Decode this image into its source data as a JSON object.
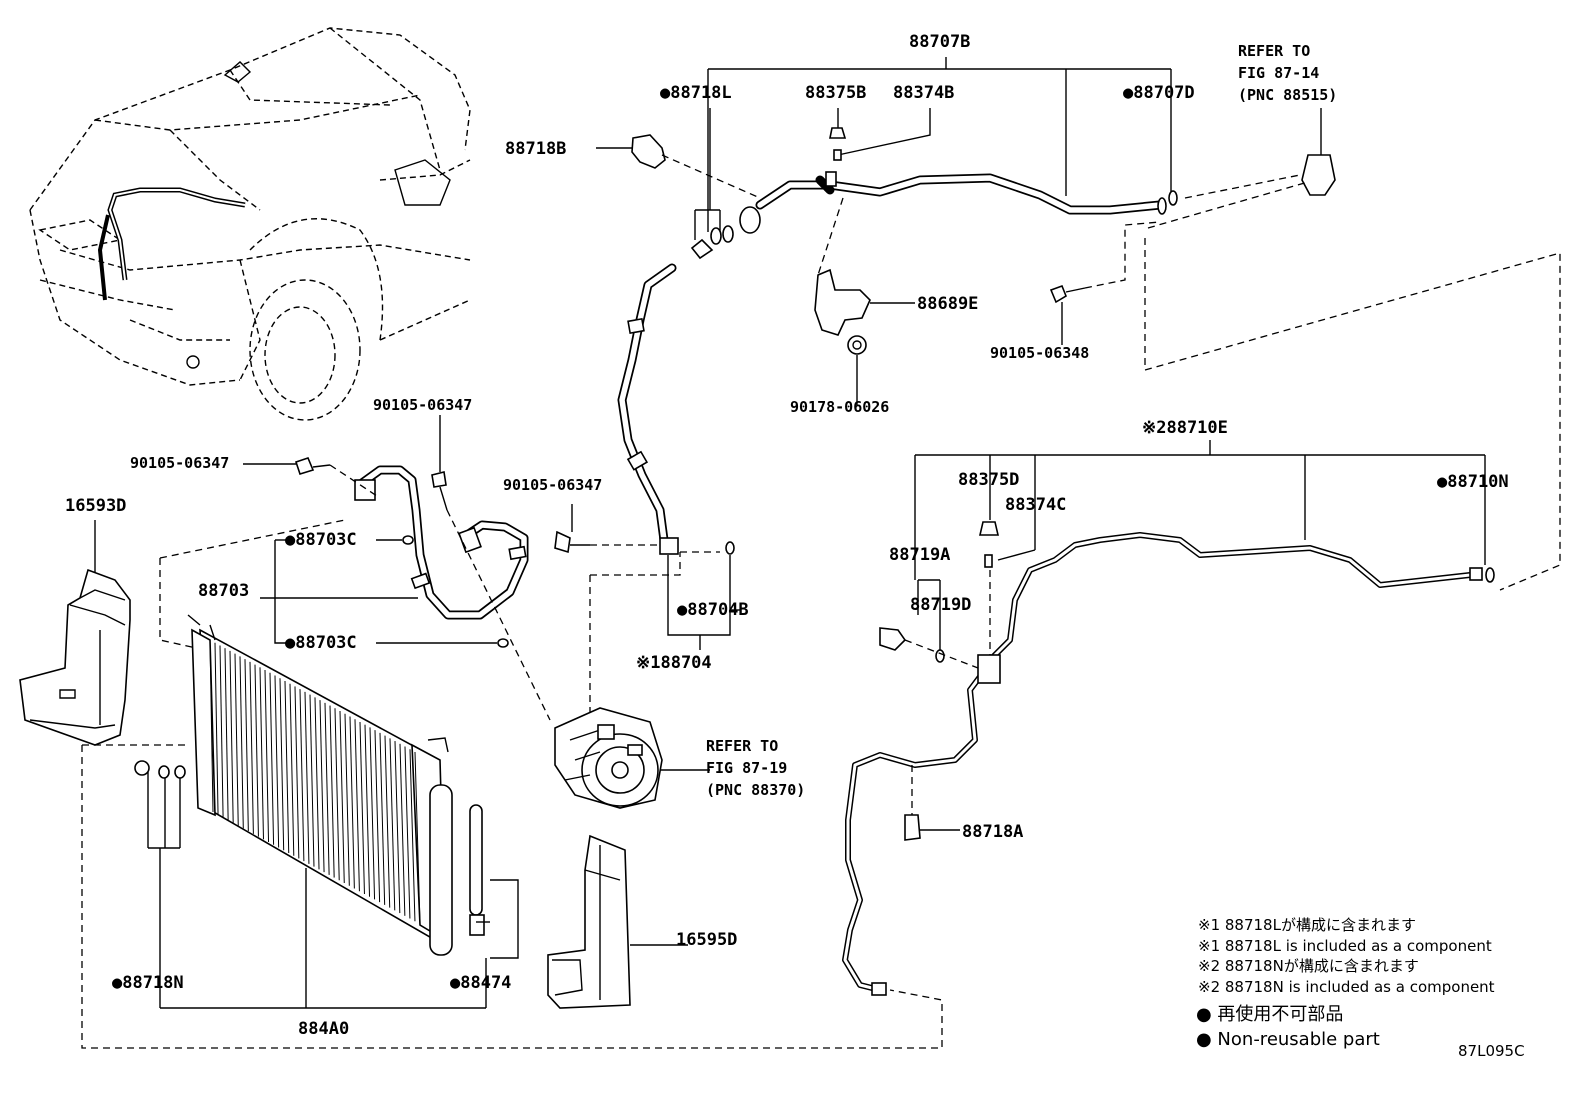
{
  "labels": {
    "p88707B": "88707B",
    "p88718L": "●88718L",
    "p88375B": "88375B",
    "p88374B": "88374B",
    "p88707D": "●88707D",
    "p88718B": "88718B",
    "p88689E": "88689E",
    "p90105_06348": "90105-06348",
    "p90178_06026": "90178-06026",
    "refer1_line1": "REFER TO",
    "refer1_line2": "FIG 87-14",
    "refer1_line3": "(PNC 88515)",
    "p90105_06347_a": "90105-06347",
    "p90105_06347_b": "90105-06347",
    "p90105_06347_c": "90105-06347",
    "p16593D": "16593D",
    "p88703C_a": "●88703C",
    "p88703": "88703",
    "p88703C_b": "●88703C",
    "p88704B": "●88704B",
    "p88704": "※188704",
    "refer2_line1": "REFER TO",
    "refer2_line2": "FIG 87-19",
    "refer2_line3": "(PNC 88370)",
    "p88710E": "※288710E",
    "p88375D": "88375D",
    "p88374C": "88374C",
    "p88710N": "●88710N",
    "p88719A": "88719A",
    "p88719D": "88719D",
    "p88718A": "88718A",
    "p16595D": "16595D",
    "p88718N": "●88718N",
    "p88474": "●88474",
    "p884A0": "884A0"
  },
  "notes": {
    "n1_ja": "※1 88718Lが構成に含まれます",
    "n1_en": "※1 88718L is included as a component",
    "n2_ja": "※2 88718Nが構成に含まれます",
    "n2_en": "※2 88718N is included as a component",
    "legend_ja": "● 再使用不可部品",
    "legend_en": "● Non-reusable part"
  },
  "figure_code": "87L095C"
}
